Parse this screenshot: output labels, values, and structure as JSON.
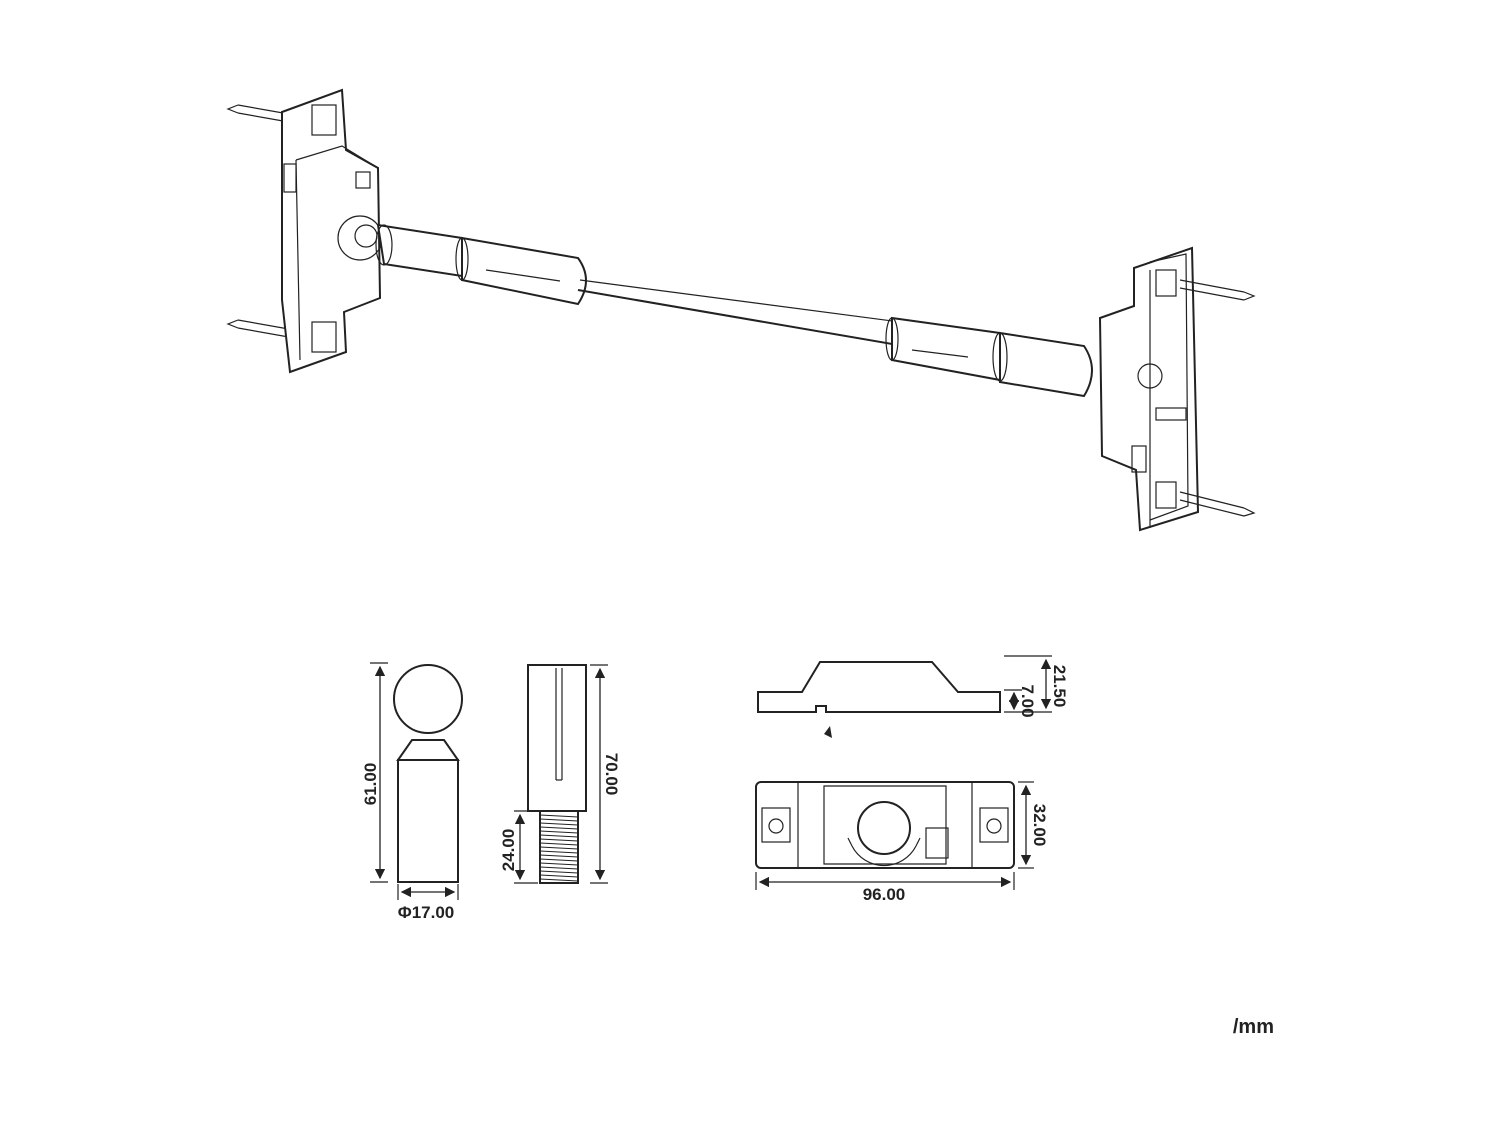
{
  "dimensions": {
    "ball_height": "61.00",
    "ball_diameter": "Φ17.00",
    "rod_length": "70.00",
    "thread_length": "24.00",
    "side_total_height": "21.50",
    "side_step_height": "7.00",
    "front_height": "32.00",
    "front_width": "96.00"
  },
  "unit_label": "/mm"
}
